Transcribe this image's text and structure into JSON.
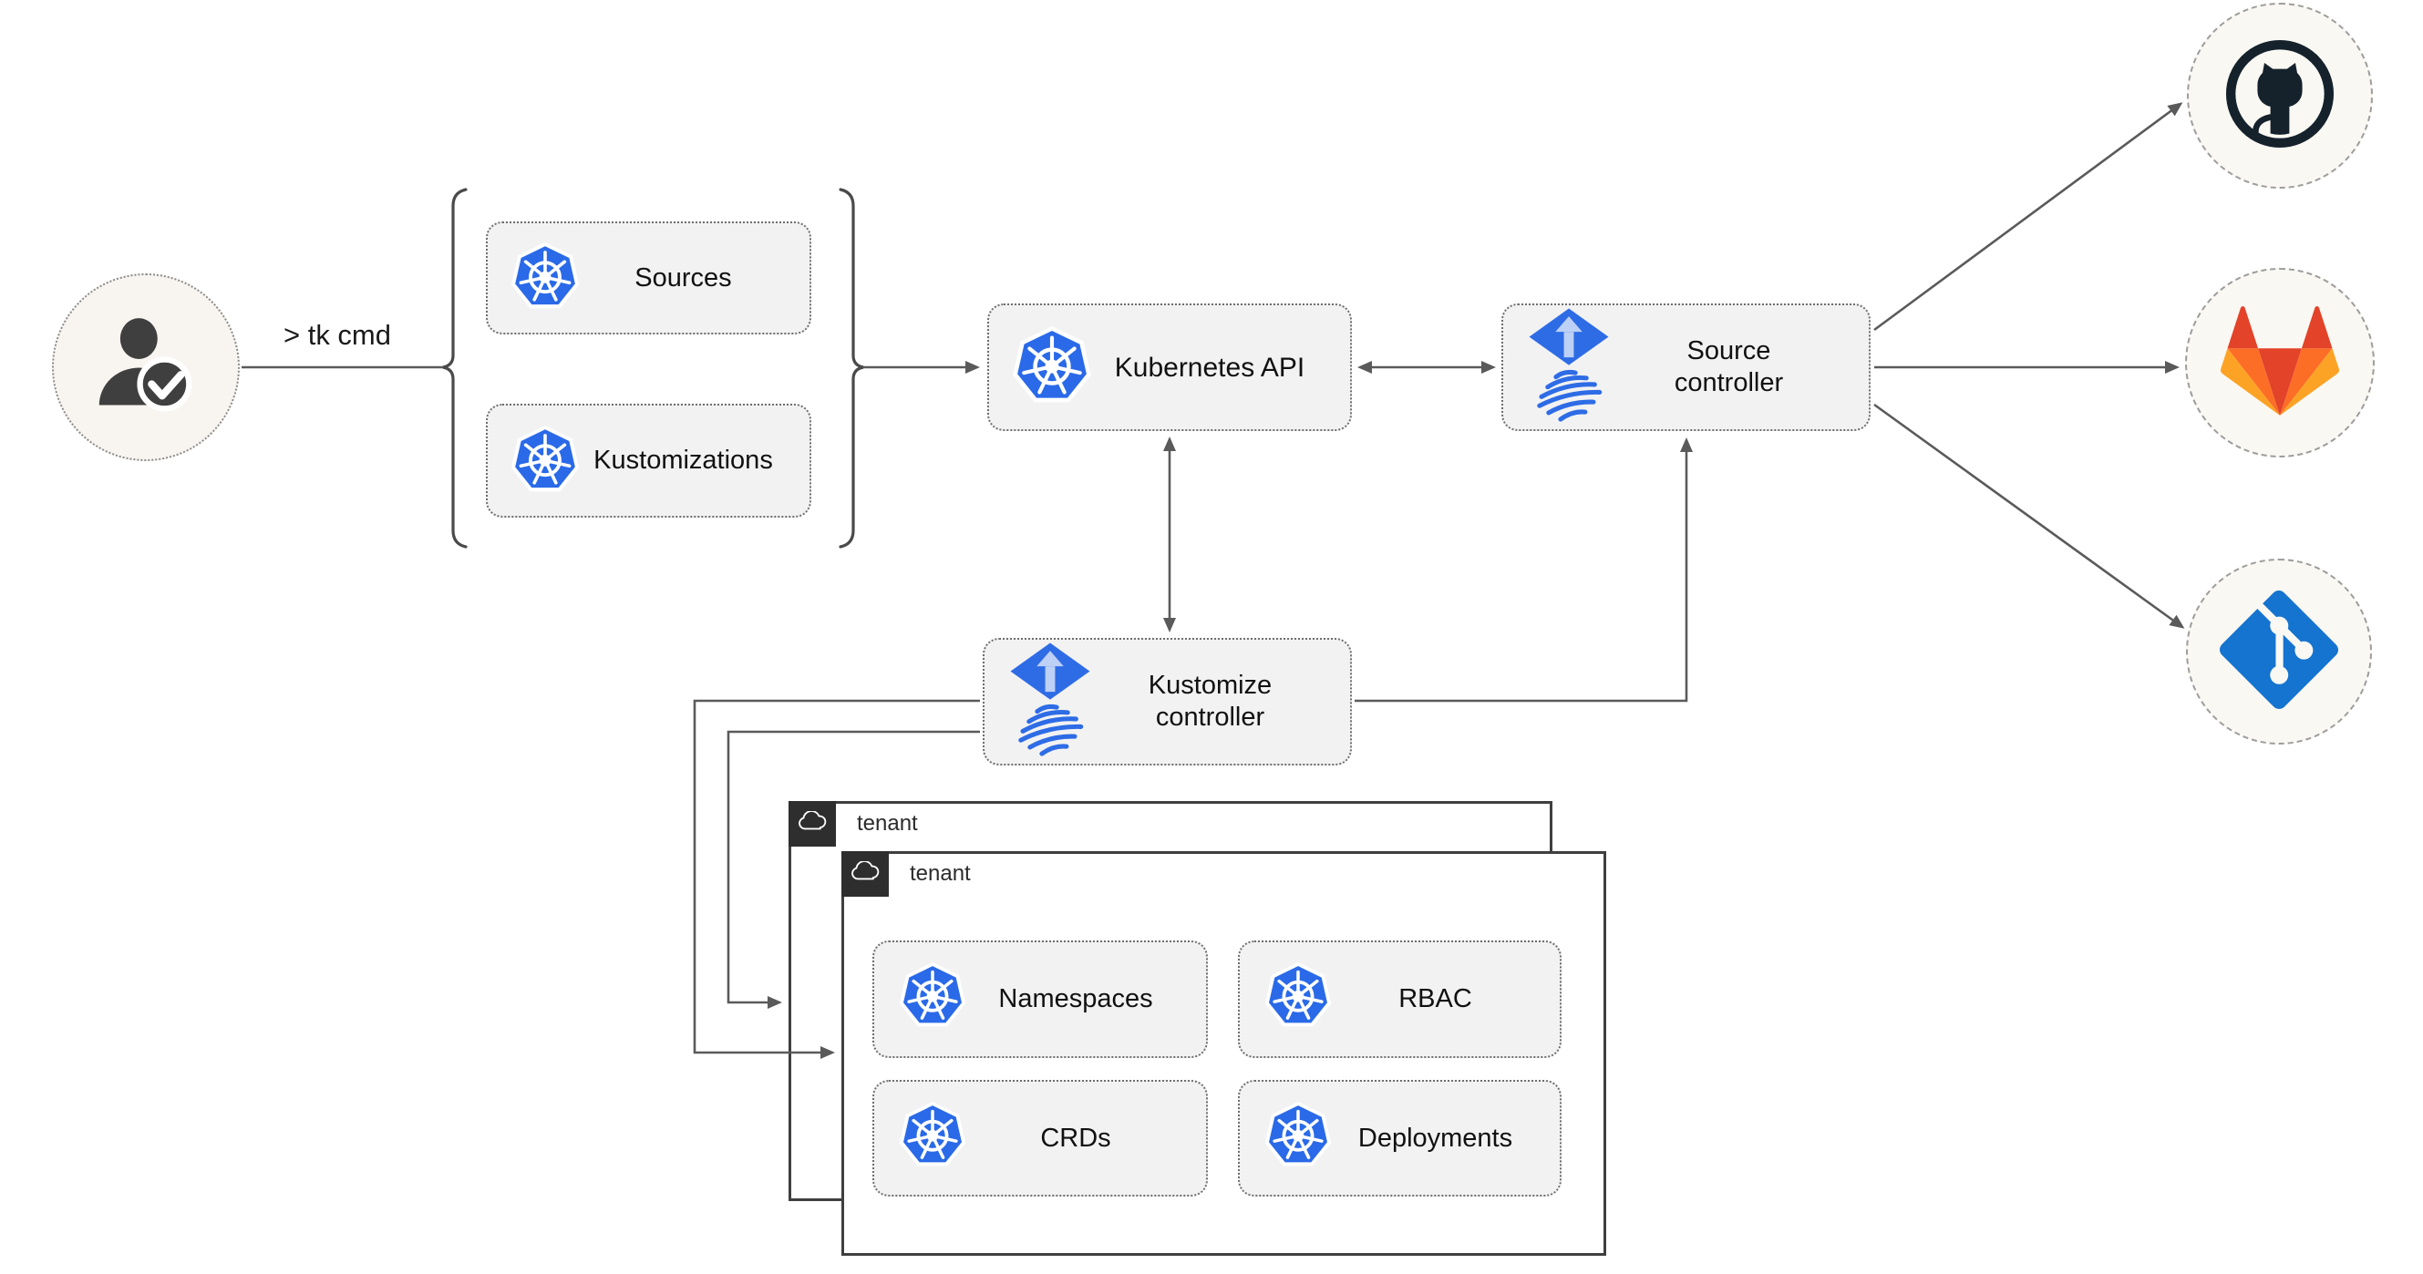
{
  "diagram": {
    "user": {
      "cli_command": "> tk cmd"
    },
    "bracket_group": {
      "sources": {
        "label": "Sources"
      },
      "kustomizations": {
        "label": "Kustomizations"
      }
    },
    "nodes": {
      "kubernetes_api": {
        "label": "Kubernetes API"
      },
      "source_controller": {
        "label": "Source\ncontroller"
      },
      "kustomize_controller": {
        "label": "Kustomize\ncontroller"
      }
    },
    "tenants": {
      "back": {
        "label": "tenant"
      },
      "front": {
        "label": "tenant",
        "resources": [
          {
            "label": "Namespaces"
          },
          {
            "label": "RBAC"
          },
          {
            "label": "CRDs"
          },
          {
            "label": "Deployments"
          }
        ]
      }
    },
    "git_providers": [
      {
        "name": "GitHub"
      },
      {
        "name": "GitLab"
      },
      {
        "name": "Git"
      }
    ],
    "edges": [
      "user -> command bracket",
      "bracket -> kubernetes api",
      "kubernetes api <-> source controller",
      "kubernetes api <-> kustomize controller",
      "kustomize controller -> source controller",
      "kustomize controller -> tenant (front)",
      "kustomize controller -> tenant (back)",
      "source controller -> github",
      "source controller -> gitlab",
      "source controller -> git"
    ],
    "colors": {
      "kubernetes_blue": "#2a6ae8",
      "flux_blue": "#2e6ce6",
      "flux_arrow_light": "#bdd0f5",
      "github_dark": "#15222c",
      "gitlab_red": "#e24329",
      "gitlab_orange": "#fc6d26",
      "gitlab_light_orange": "#fca326",
      "git_blue": "#1574cf",
      "node_fill": "#f2f2f2",
      "circle_fill": "#faf8f3",
      "tab_dark": "#2e2e2e",
      "line_gray": "#5a5a5a"
    }
  }
}
